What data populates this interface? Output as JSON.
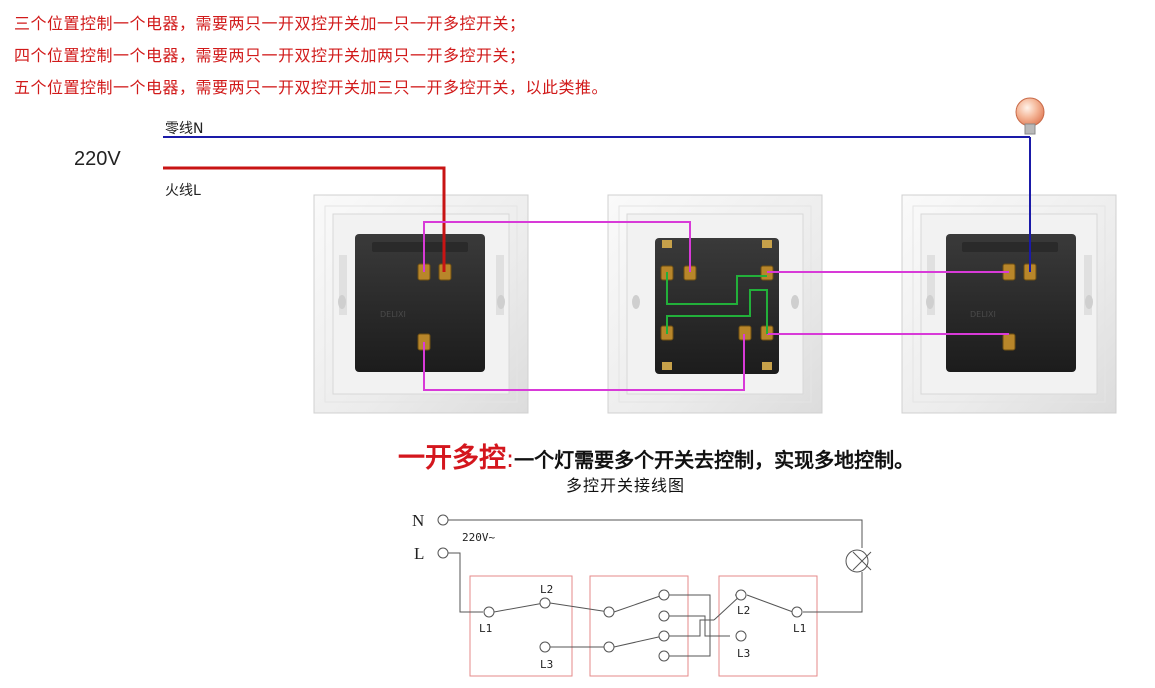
{
  "notes": [
    "三个位置控制一个电器，需要两只一开双控开关加一只一开多控开关；",
    "四个位置控制一个电器，需要两只一开双控开关加两只一开多控开关；",
    "五个位置控制一个电器，需要两只一开双控开关加三只一开多控开关，以此类推。"
  ],
  "wiring": {
    "neutral_label": "零线N",
    "live_label": "火线L",
    "voltage": "220V",
    "brand": "DELIXI",
    "colors": {
      "neutral": "#1a1aa8",
      "live": "#c81414",
      "link": "#d83ad8",
      "bridge": "#22b03a"
    }
  },
  "caption": {
    "highlight": "一开多控",
    "separator": ":",
    "text": "一个灯需要多个开关去控制，实现多地控制。"
  },
  "schematic": {
    "title": "多控开关接线图",
    "n_label": "N",
    "l_label": "L",
    "voltage": "220V~",
    "left_switch": {
      "l1": "L1",
      "l2": "L2",
      "l3": "L3"
    },
    "right_switch": {
      "l1": "L1",
      "l2": "L2",
      "l3": "L3"
    }
  }
}
